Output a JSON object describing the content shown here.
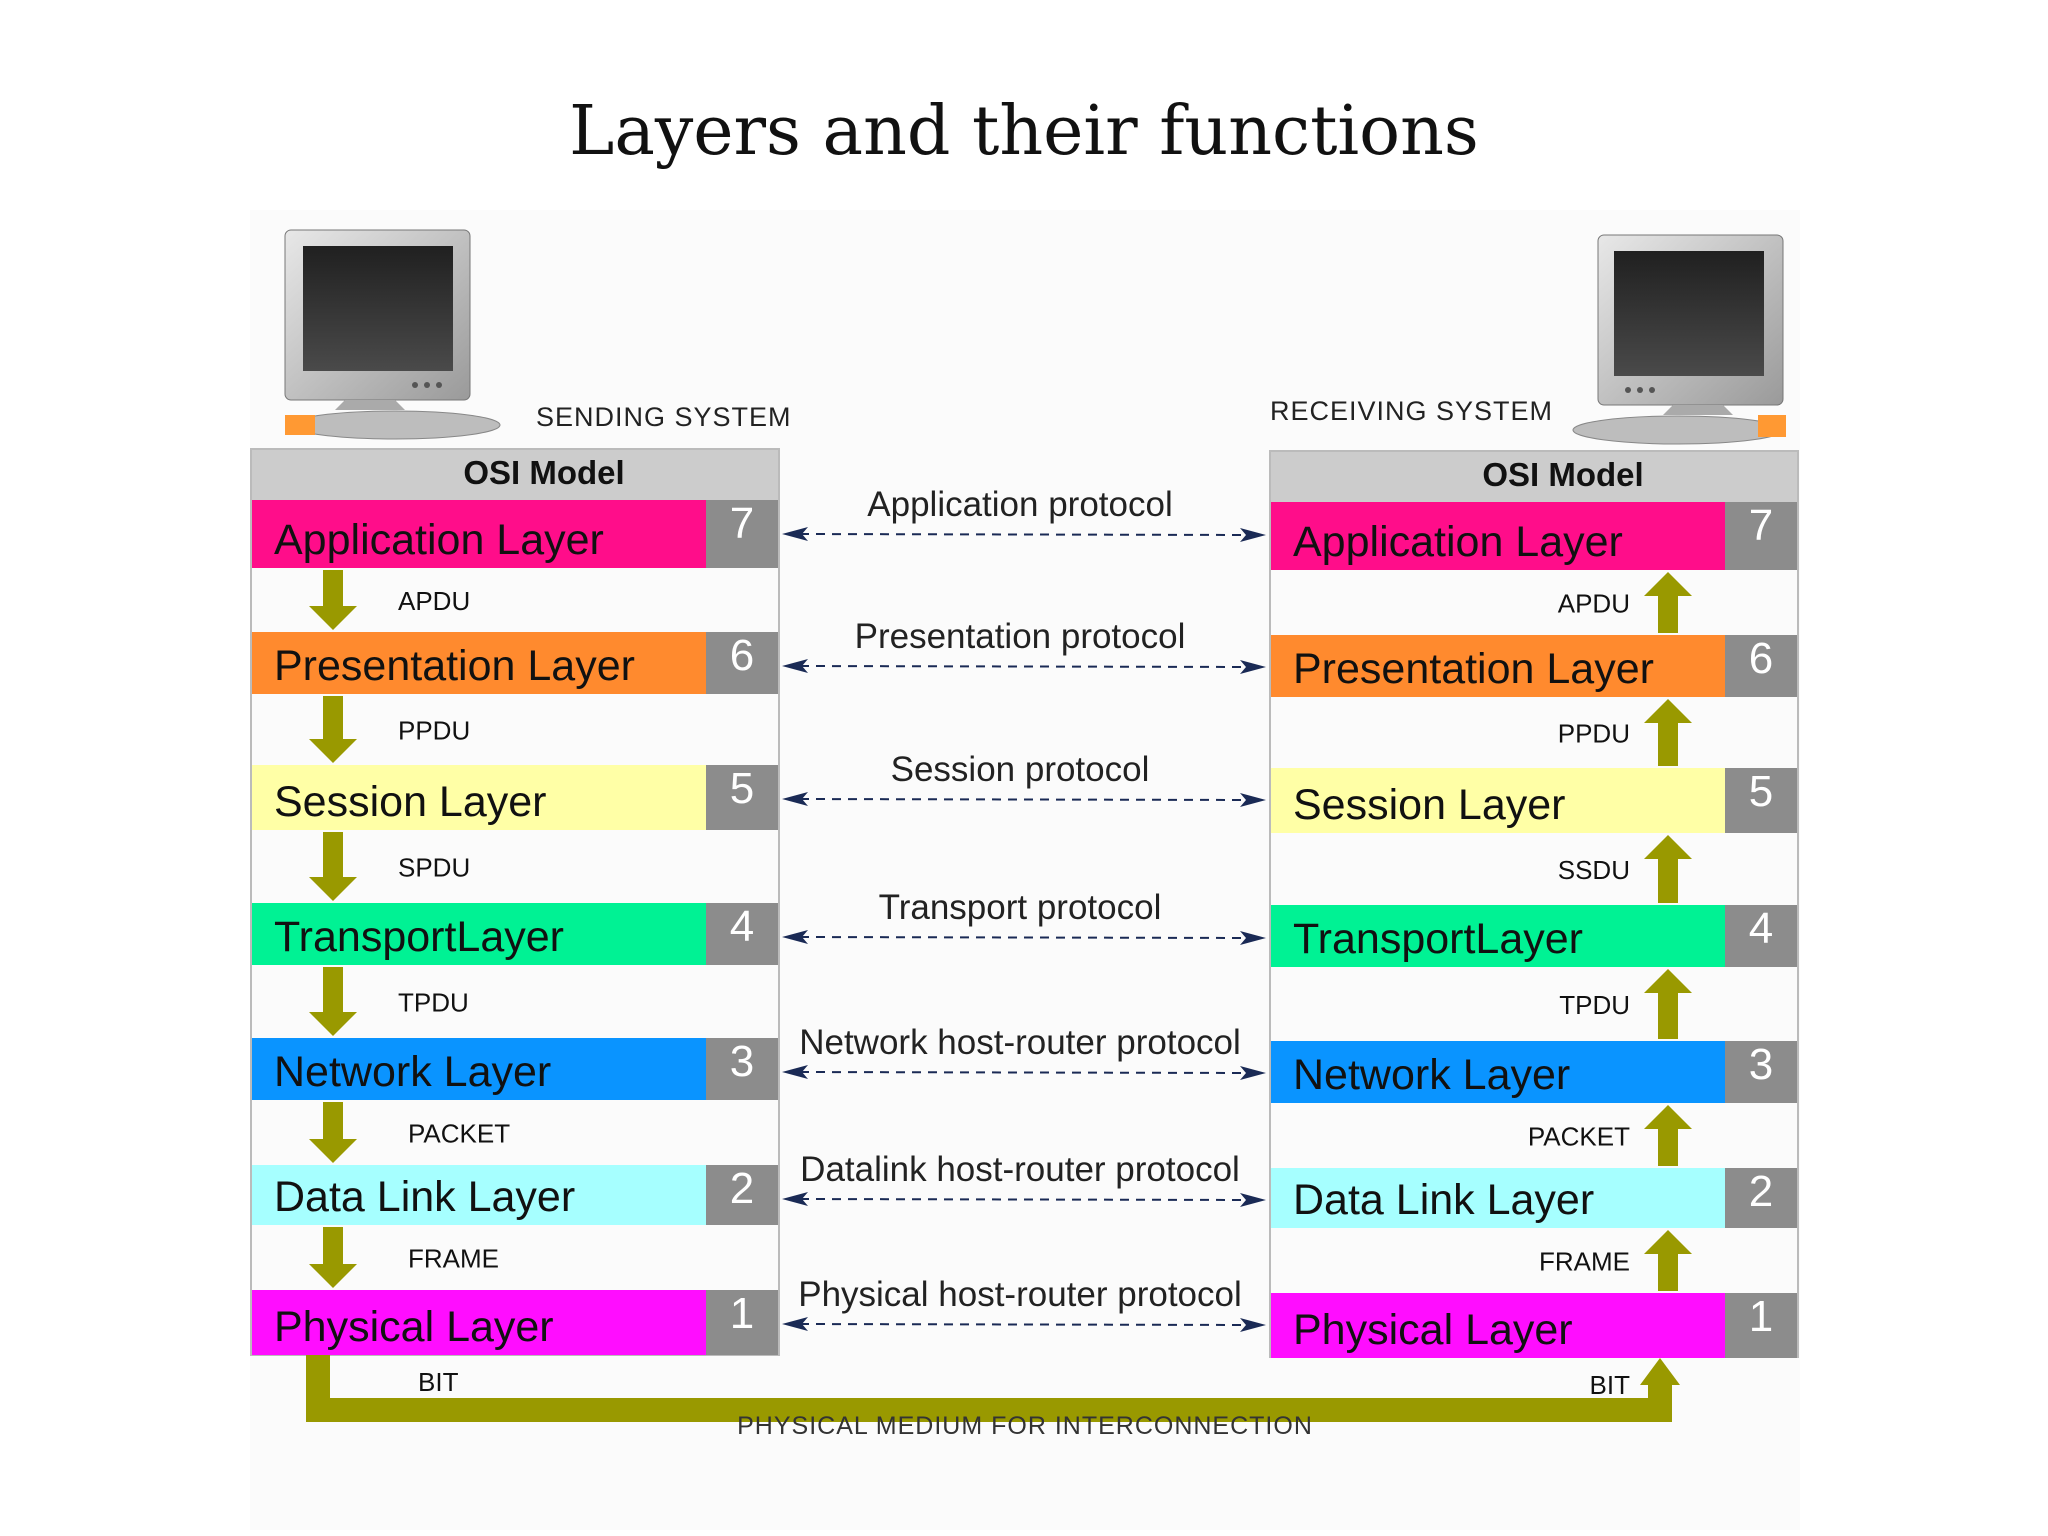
{
  "title": "Layers and their functions",
  "sending_label": "SENDING SYSTEM",
  "receiving_label": "RECEIVING SYSTEM",
  "osi_header": "OSI Model",
  "medium_label": "PHYSICAL MEDIUM FOR INTERCONNECTION",
  "layers": [
    {
      "num": "7",
      "name": "Application Layer",
      "color": "#ff0d8a",
      "protocol": "Application protocol",
      "pdu_send": "APDU",
      "pdu_recv": "APDU"
    },
    {
      "num": "6",
      "name": "Presentation Layer",
      "color": "#ff8a2e",
      "protocol": "Presentation protocol",
      "pdu_send": "PPDU",
      "pdu_recv": "PPDU"
    },
    {
      "num": "5",
      "name": "Session Layer",
      "color": "#ffffa6",
      "protocol": "Session protocol",
      "pdu_send": "SPDU",
      "pdu_recv": "SSDU"
    },
    {
      "num": "4",
      "name": "TransportLayer",
      "color": "#00f294",
      "protocol": "Transport protocol",
      "pdu_send": "TPDU",
      "pdu_recv": "TPDU"
    },
    {
      "num": "3",
      "name": "Network Layer",
      "color": "#0a94ff",
      "protocol": "Network host-router protocol",
      "pdu_send": "PACKET",
      "pdu_recv": "PACKET"
    },
    {
      "num": "2",
      "name": "Data Link Layer",
      "color": "#a6ffff",
      "protocol": "Datalink host-router protocol",
      "pdu_send": "FRAME",
      "pdu_recv": "FRAME"
    },
    {
      "num": "1",
      "name": "Physical Layer",
      "color": "#ff0dff",
      "protocol": "Physical host-router protocol",
      "pdu_send": "BIT",
      "pdu_recv": "BIT"
    }
  ],
  "colors": {
    "arrow": "#999900",
    "number_box": "#8c8c8c",
    "header_bg": "#cccccc",
    "dashed_line": "#1a2a55"
  },
  "icons": [
    "monitor-icon",
    "arrow-down-icon",
    "arrow-up-icon",
    "double-arrow-icon"
  ]
}
